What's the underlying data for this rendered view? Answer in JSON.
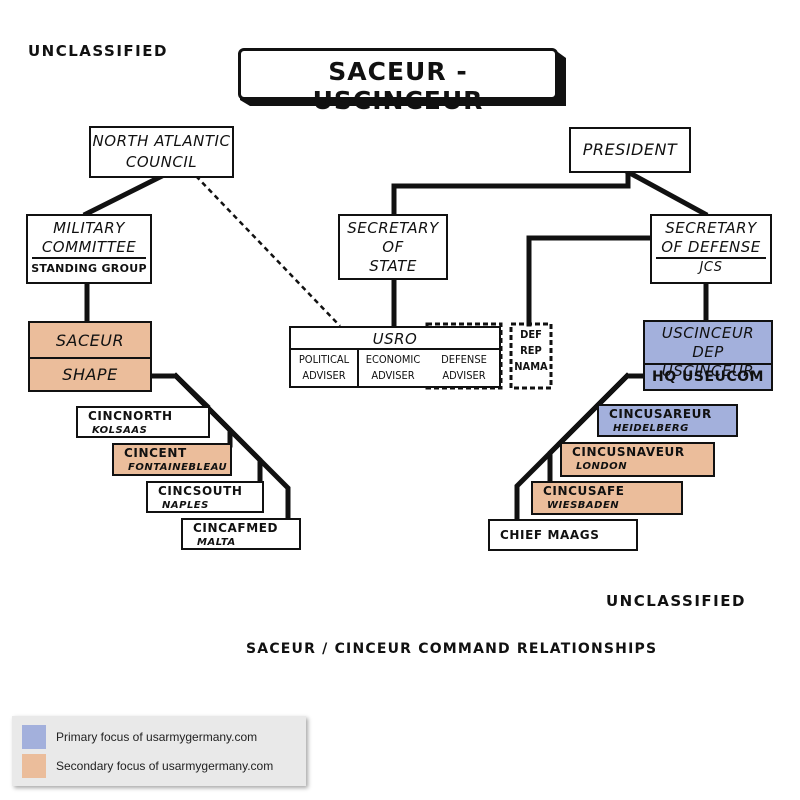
{
  "classification": {
    "top": "UNCLASSIFIED",
    "bottom": "UNCLASSIFIED"
  },
  "title": "SACEUR - USCINCEUR",
  "caption": "SACEUR / CINCEUR COMMAND RELATIONSHIPS",
  "nodes": {
    "nac": [
      "NORTH ATLANTIC",
      "COUNCIL"
    ],
    "president": "PRESIDENT",
    "military_committee": [
      "MILITARY",
      "COMMITTEE"
    ],
    "standing_group": "STANDING GROUP",
    "sec_state": [
      "SECRETARY",
      "OF",
      "STATE"
    ],
    "sec_def": [
      "SECRETARY",
      "OF DEFENSE"
    ],
    "jcs": "JCS",
    "saceur": "SACEUR",
    "shape": "SHAPE",
    "usro": "USRO",
    "usro_cells": [
      [
        "POLITICAL",
        "ADVISER"
      ],
      [
        "ECONOMIC",
        "ADVISER"
      ],
      [
        "DEFENSE",
        "ADVISER"
      ]
    ],
    "def_rep": [
      "DEF",
      "REP",
      "NAMA"
    ],
    "uscinceur": [
      "USCINCEUR",
      "DEP USCINCEUR"
    ],
    "hq_useucom": "HQ USEUCOM"
  },
  "nato_commands": [
    {
      "name": "CINCNORTH",
      "location": "KOLSAAS"
    },
    {
      "name": "CINCENT",
      "location": "FONTAINEBLEAU"
    },
    {
      "name": "CINCSOUTH",
      "location": "NAPLES"
    },
    {
      "name": "CINCAFMED",
      "location": "MALTA"
    }
  ],
  "us_commands": [
    {
      "name": "CINCUSAREUR",
      "location": "HEIDELBERG"
    },
    {
      "name": "CINCUSNAVEUR",
      "location": "LONDON"
    },
    {
      "name": "CINCUSAFE",
      "location": "WIESBADEN"
    },
    {
      "name": "CHIEF MAAGS",
      "location": ""
    }
  ],
  "legend": [
    {
      "color": "#a3b0dc",
      "label": "Primary focus of usarmygermany.com"
    },
    {
      "color": "#ebbd9b",
      "label": "Secondary focus of usarmygermany.com"
    }
  ],
  "colors": {
    "primary": "#a3b0dc",
    "secondary": "#ebbd9b",
    "line": "#111111"
  }
}
